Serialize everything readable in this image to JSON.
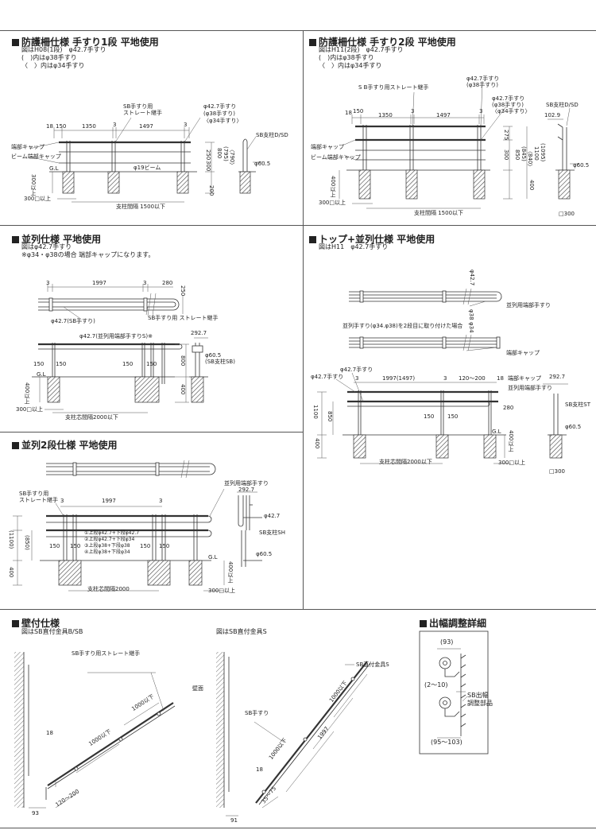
{
  "sections": {
    "s1": {
      "title": "防護柵仕様 手すり1段 平地使用",
      "notes": [
        "図はH08(1段)　φ42.7手すり",
        "(　)内はφ38手すり",
        "〈　〉内はφ34手すり"
      ],
      "labels": {
        "joint": "SB手すり用\nストレート継手",
        "rail_top": "φ42.7手すり",
        "rail_38": "(φ38手すり)",
        "rail_34": "〈φ34手すり〉",
        "post_label": "SB支柱D/SD",
        "end_cap": "端部キャップ",
        "beam_cap": "ビーム端部キャップ",
        "gl": "G.L",
        "beam": "φ19ビーム",
        "pipe": "φ60.5",
        "footing": "300□以上",
        "depth": "300以上",
        "span": "支柱間隔 1500以下",
        "d18": "18",
        "d150": "150",
        "d1350": "1350",
        "d3a": "3",
        "d1497": "1497",
        "d3b": "3",
        "h800": "800",
        "h795": "(795)",
        "h790": "〈790〉",
        "h250": "250",
        "h300": "300",
        "h200": "200"
      }
    },
    "s2": {
      "title": "防護柵仕様 手すり2段 平地使用",
      "notes": [
        "図はH11(2段)　φ42.7手すり",
        "(　)内はφ38手すり",
        "〈　〉内はφ34手すり"
      ],
      "labels": {
        "joint": "S B手すり用ストレート継手",
        "rail_top": "φ42.7手すり",
        "rail_38a": "(φ38手すり)",
        "rail_42": "φ42.7手すり",
        "rail_38b": "(φ38手すり)",
        "rail_34": "〈φ34手すり〉",
        "post_label": "SB支柱D/SD",
        "end_cap": "端部キャップ",
        "beam_cap": "ビーム端部キャップ",
        "d1029": "102.9",
        "pipe": "φ60.5",
        "footing": "300□以上",
        "depth": "400以上",
        "span": "支柱間隔 1500以下",
        "square": "□300",
        "d18": "18",
        "d150": "150",
        "d1350": "1350",
        "d3a": "3",
        "d1497": "1497",
        "d3b": "3",
        "h850": "850",
        "h845": "(845)",
        "h840": "〈840〉",
        "h1100": "1100",
        "h1095": "(1095)",
        "h275": "275",
        "h300": "300",
        "h400": "400"
      }
    },
    "s3": {
      "title": "並列仕様 平地使用",
      "notes": [
        "図はφ42.7手すり",
        "※φ34・φ38の場合 端部キャップになります。"
      ],
      "labels": {
        "d3a": "3",
        "d1997": "1997",
        "d3b": "3",
        "d280": "280",
        "d250": "250",
        "rail_sb": "φ42.7(SB手すり)",
        "joint": "SB手すり用 ストレート継手",
        "rail_par": "φ42.7(並列用端部手すりS)※",
        "d2927": "292.7",
        "pipe": "φ60.5",
        "post_label": "(SB支柱SB)",
        "d150a": "150",
        "d150b": "150",
        "d150c": "150",
        "d150d": "150",
        "gl": "G.L",
        "h800": "800",
        "h400": "400",
        "depth": "400以上",
        "footing": "300□以上",
        "span": "支柱芯間隔2000以下"
      }
    },
    "s4": {
      "title": "トップ+並列仕様 平地使用",
      "notes": [
        "図はH11　φ42.7手すり"
      ],
      "labels": {
        "rail_top": "φ42.7",
        "rail_mid": "φ38",
        "rail_low": "φ34",
        "par_end": "並列用端部手すり",
        "par_note": "並列手すり(φ34.φ38)を2段目に取り付けた場合",
        "end_cap": "端部キャップ",
        "rail_a": "φ42.7手すり",
        "rail_b": "φ42.7手すり",
        "d3a": "3",
        "d1997": "1997(1497)",
        "d3b": "3",
        "d120": "120～200",
        "d18": "18",
        "end_cap2": "端部キャップ",
        "par_end2": "並列用端部手すり",
        "d280": "280",
        "d2927": "292.7",
        "post_label": "SB支柱ST",
        "h1100": "1100",
        "h850": "850",
        "h400": "400",
        "d150a": "150",
        "d150b": "150",
        "gl": "G.L",
        "pipe": "φ60.5",
        "depth": "400以上",
        "footing": "300□以上",
        "span": "支柱芯間隔2000以下",
        "square": "□300"
      }
    },
    "s5": {
      "title": "並列2段仕様 平地使用",
      "labels": {
        "joint": "SB手すり用\nストレート継手",
        "d3a": "3",
        "d1997": "1997",
        "d3b": "3",
        "par_end": "並列用端部手すり",
        "d2927": "292.7",
        "rail": "φ42.7",
        "post_label": "SB支柱SH",
        "pipe": "φ60.5",
        "h1100": "(1100)",
        "h850": "(850)",
        "h400": "400",
        "d150a": "150",
        "d150b": "150",
        "d150c": "150",
        "d150d": "150",
        "list": [
          "①上段φ42.7+下段φ42.7",
          "②上段φ42.7+下段φ34",
          "③上段φ38+下段φ38",
          "④上段φ38+下段φ34"
        ],
        "gl": "G.L",
        "depth": "400以上",
        "footing": "300□以上",
        "span": "支柱芯間隔2000"
      }
    },
    "s6": {
      "title": "壁付仕様",
      "notes": [
        "図はSB直付金具B/SB",
        "図はSB直付金具S"
      ],
      "labels": {
        "joint": "SB手すり用ストレート継手",
        "d1000a": "1000以下",
        "d1000b": "1000以下",
        "d18": "18",
        "d120": "120～200",
        "d93": "93",
        "wall": "壁面",
        "bracket": "SB直付金具S",
        "rail": "SB手すり",
        "d1000c": "1000以下",
        "d1000d": "1000以下",
        "d1997": "1997",
        "d18b": "18",
        "d35": "35～75",
        "d91": "91"
      }
    },
    "s7": {
      "title": "出幅調整詳細",
      "labels": {
        "d93": "(93)",
        "d210": "(2～10)",
        "part": "SB出幅\n調整部品",
        "d95": "(95～103)"
      }
    }
  }
}
